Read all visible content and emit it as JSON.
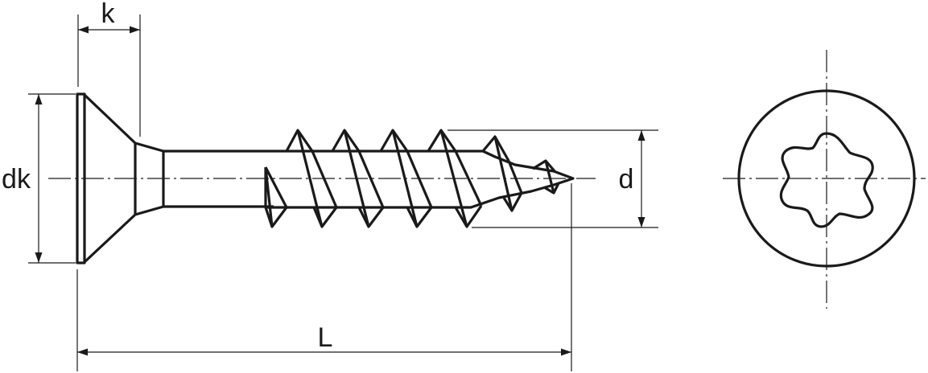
{
  "drawing": {
    "labels": {
      "head_height": "k",
      "head_diameter": "dk",
      "thread_diameter": "d",
      "length": "L"
    },
    "line_color": "#1a1a1a",
    "background": "#ffffff"
  }
}
